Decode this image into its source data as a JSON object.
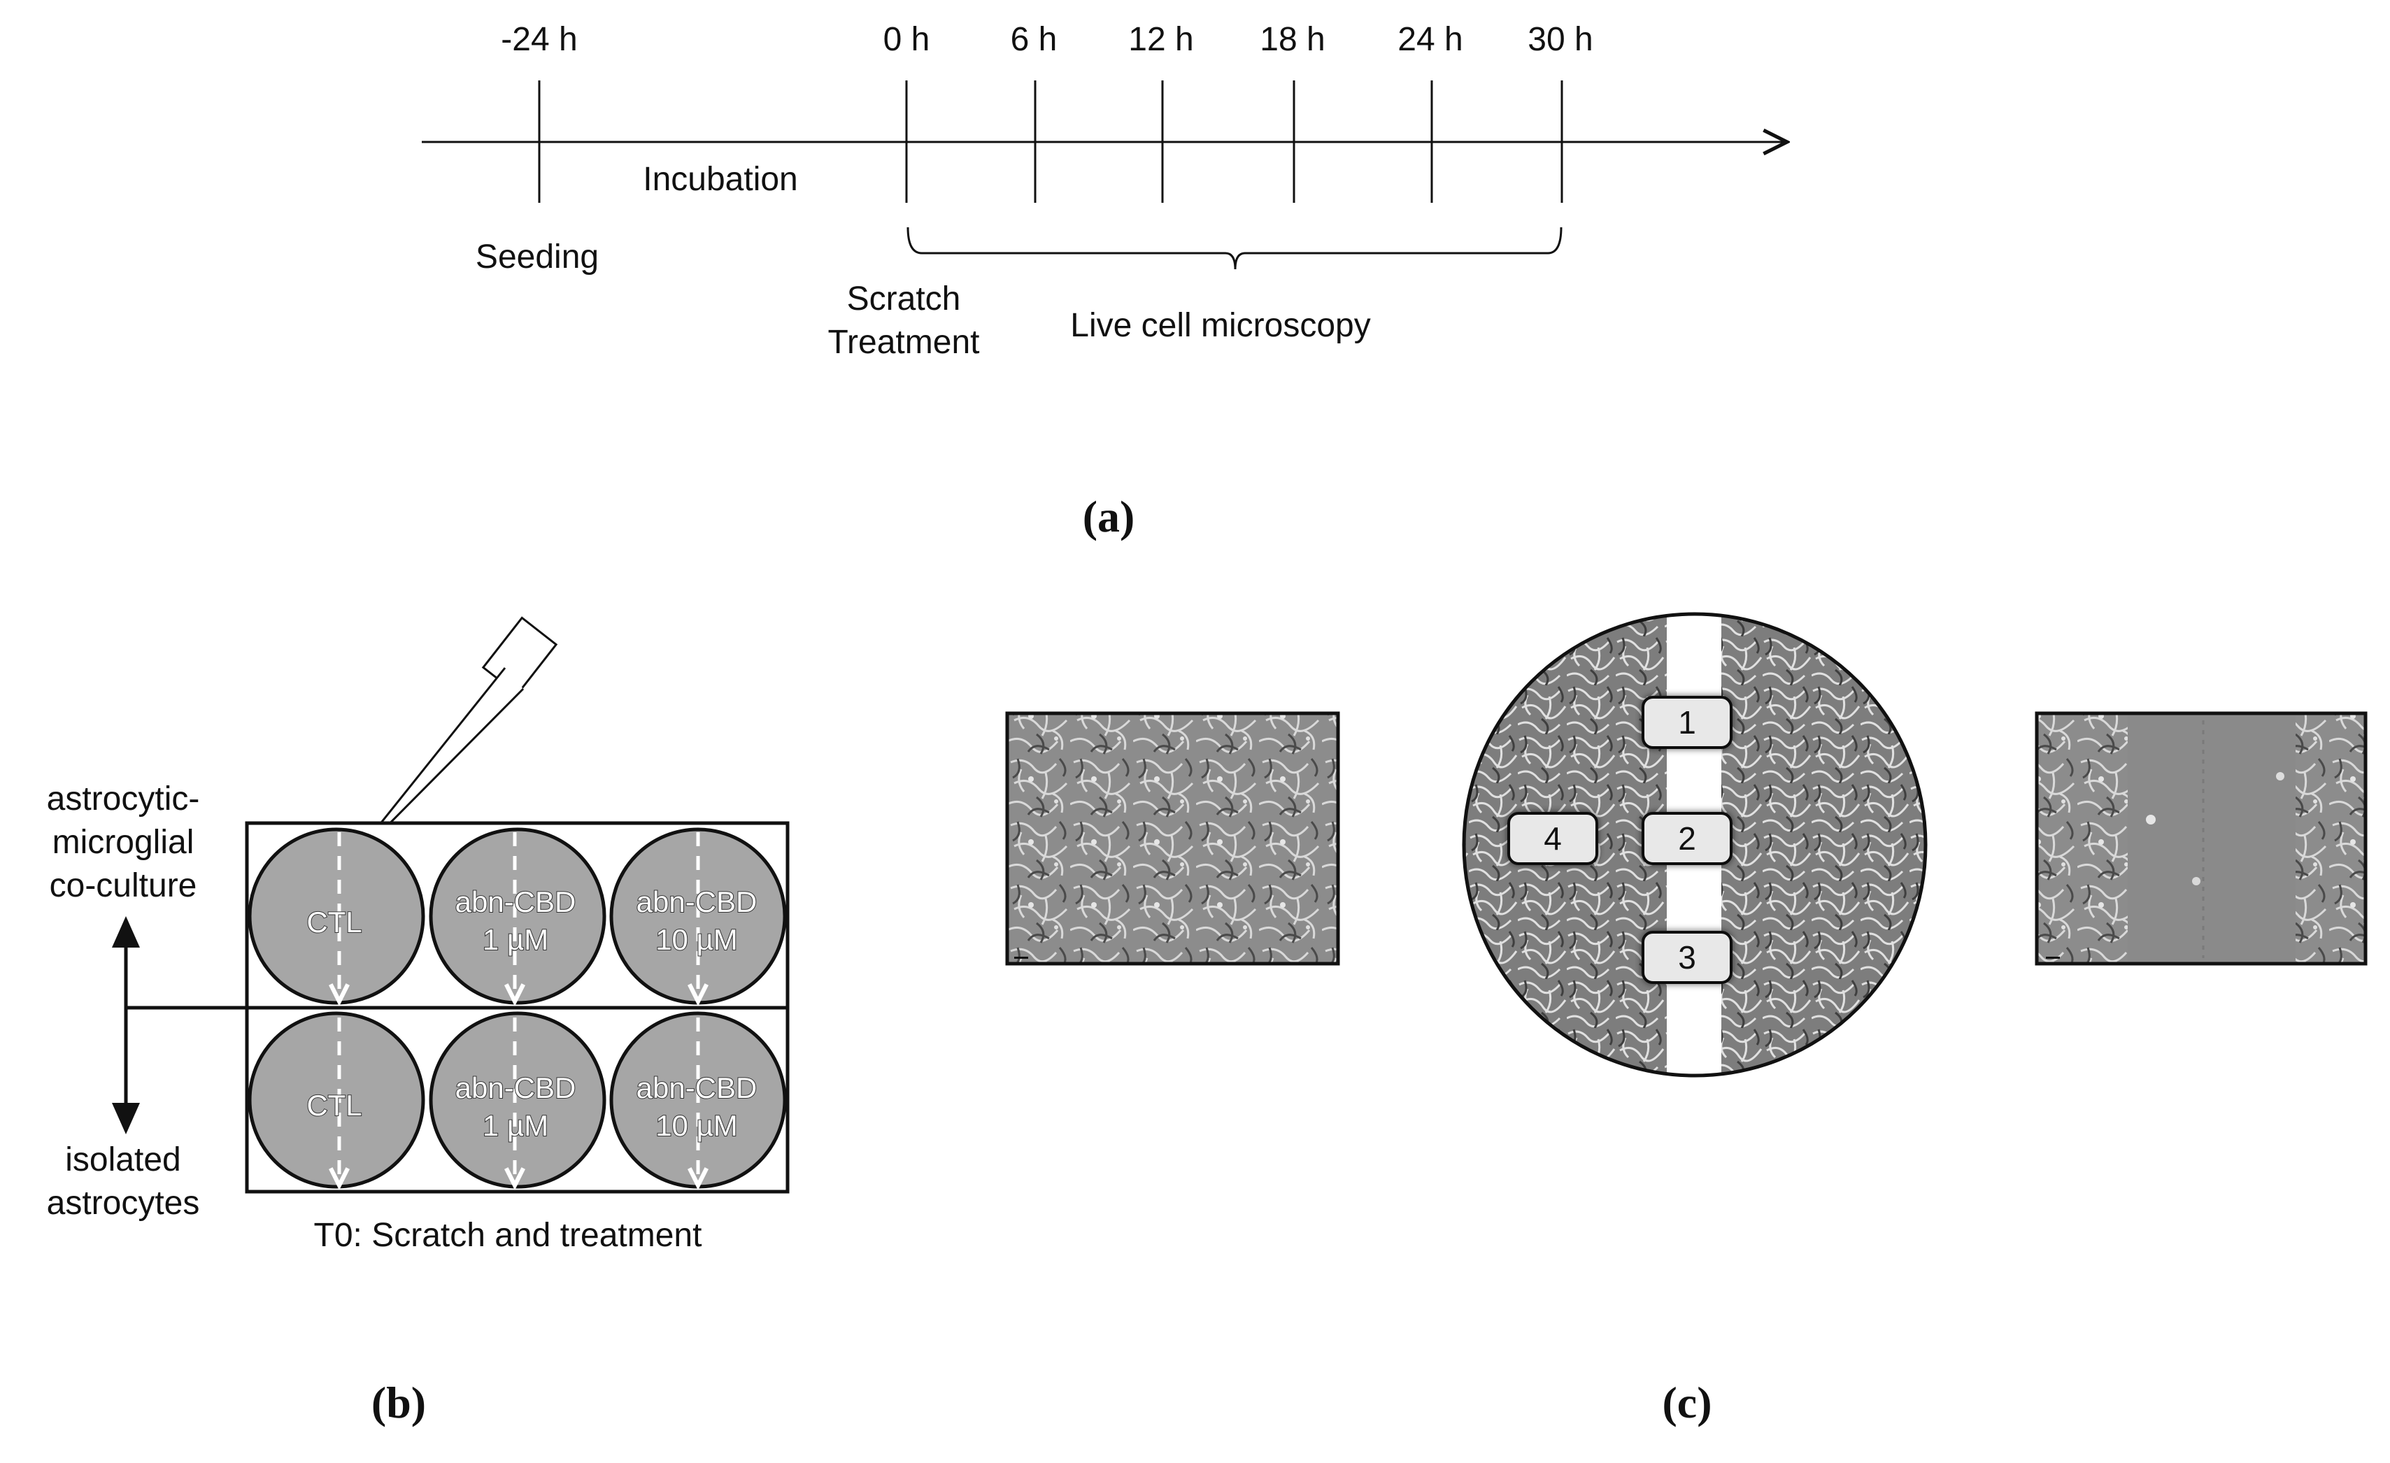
{
  "panel_a": {
    "label": "(a)",
    "time_points": [
      "-24 h",
      "0 h",
      "6 h",
      "12 h",
      "18 h",
      "24 h",
      "30 h"
    ],
    "seeding": "Seeding",
    "incubation": "Incubation",
    "scratch": "Scratch",
    "treatment": "Treatment",
    "live_cell": "Live cell microscopy"
  },
  "panel_b": {
    "label": "(b)",
    "top_row_label": [
      "astrocytic-",
      "microglial",
      "co-culture"
    ],
    "bottom_row_label": [
      "isolated",
      "astrocytes"
    ],
    "caption": "T0: Scratch and treatment",
    "top_wells": [
      {
        "line1": "CTL",
        "line2": ""
      },
      {
        "line1": "abn-CBD",
        "line2": "1 µM"
      },
      {
        "line1": "abn-CBD",
        "line2": "10 µM"
      }
    ],
    "bottom_wells": [
      {
        "line1": "CTL",
        "line2": ""
      },
      {
        "line1": "abn-CBD",
        "line2": "1 µM"
      },
      {
        "line1": "abn-CBD",
        "line2": "10 µM"
      }
    ],
    "well_color": "#a6a6a6"
  },
  "panel_c": {
    "label": "(c)",
    "positions": [
      "1",
      "2",
      "3",
      "4"
    ],
    "micrograph_color": "#8a8a8a"
  }
}
